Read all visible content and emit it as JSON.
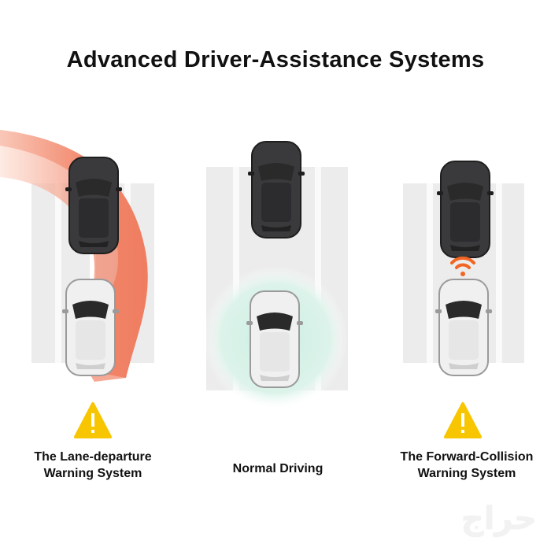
{
  "title": "Advanced Driver-Assistance Systems",
  "panels": [
    {
      "label_line1": "The Lane-departure",
      "label_line2": "Warning System",
      "warning_icon": "warning-triangle-icon"
    },
    {
      "label_line1": "Normal Driving",
      "label_line2": ""
    },
    {
      "label_line1": "The Forward-Collision",
      "label_line2": "Warning System",
      "warning_icon": "warning-triangle-icon",
      "signal_icon": "radar-signal-icon"
    }
  ],
  "colors": {
    "lane_warning": "#f07a5c",
    "normal_zone": "#d6efe6",
    "warning": "#f7c600",
    "signal": "#f26522",
    "road": "#ececec"
  },
  "watermark": "حراج"
}
